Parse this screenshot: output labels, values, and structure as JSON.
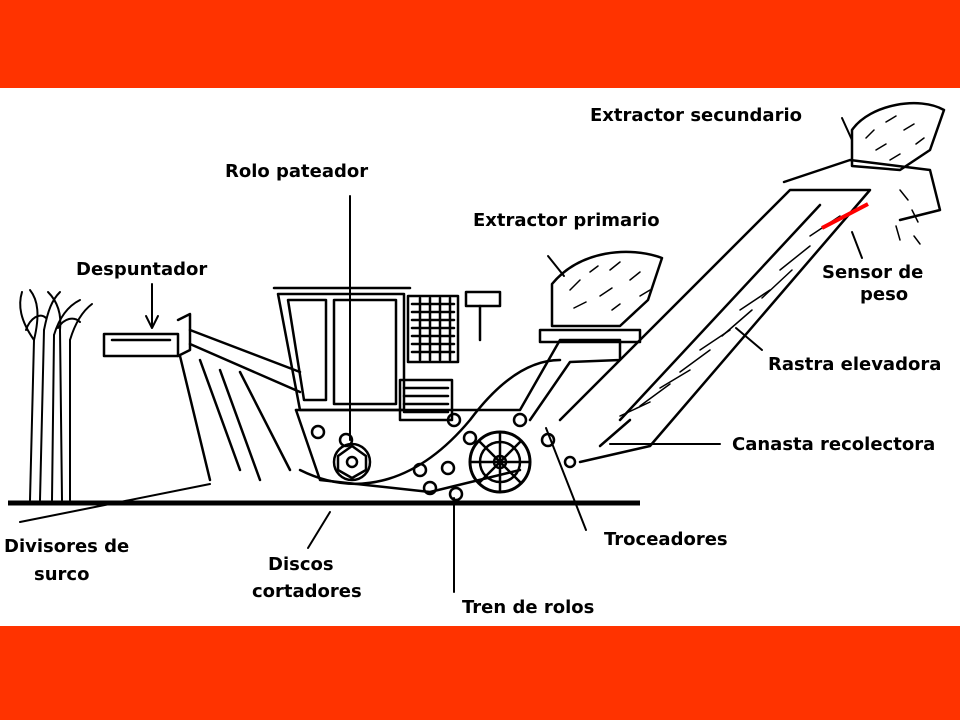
{
  "colors": {
    "band": "#ff3300",
    "ink": "#000000",
    "sensor": "#ff0000",
    "background": "#ffffff"
  },
  "labels": {
    "extractor_secundario": "Extractor secundario",
    "rolo_pateador": "Rolo pateador",
    "extractor_primario": "Extractor primario",
    "despuntador": "Despuntador",
    "sensor_line1": "Sensor de",
    "sensor_line2": "peso",
    "rastra_elevadora": "Rastra elevadora",
    "canasta_recolectora": "Canasta recolectora",
    "divisores_line1": "Divisores de",
    "divisores_line2": "surco",
    "discos_line1": "Discos",
    "discos_line2": "cortadores",
    "troceadores": "Troceadores",
    "tren_de_rolos": "Tren de rolos"
  }
}
